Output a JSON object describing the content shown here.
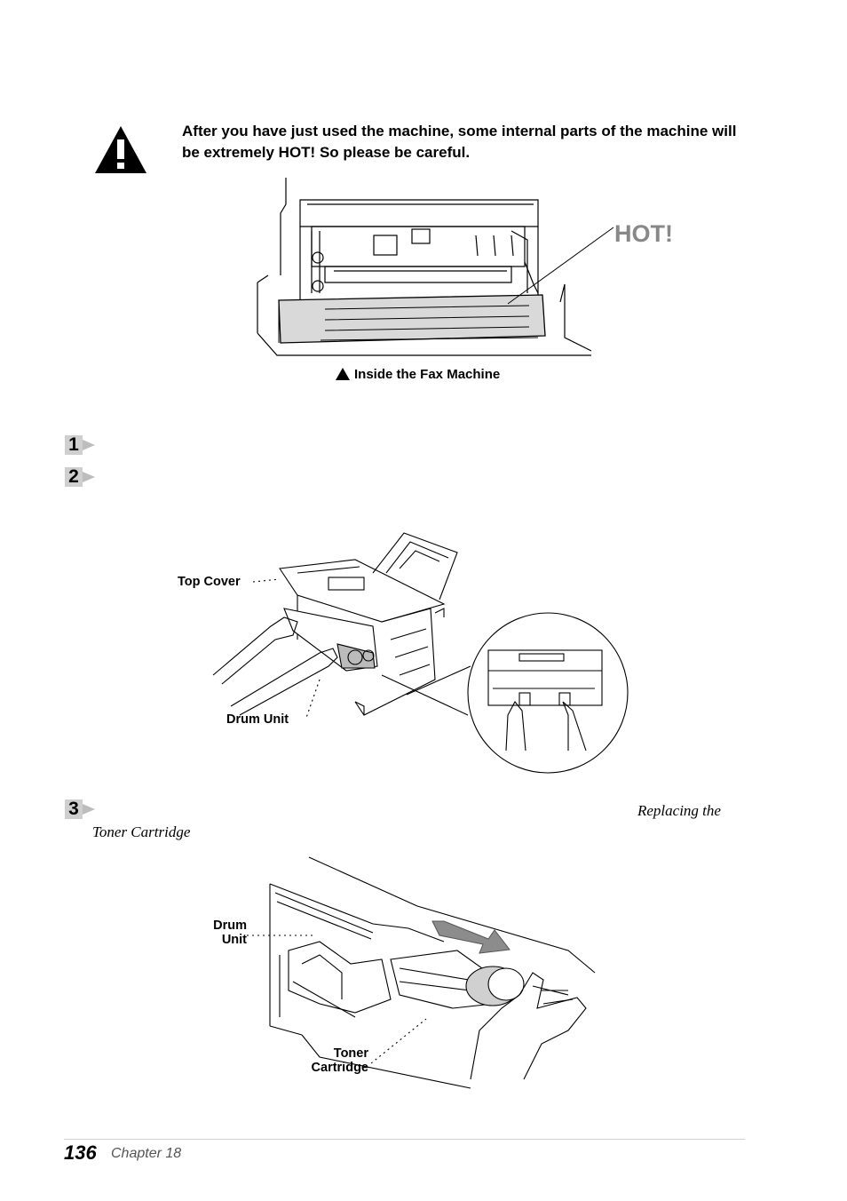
{
  "warning": {
    "text": "After you have just used the machine, some internal parts of the machine will be extremely HOT! So please be careful."
  },
  "figure1": {
    "hot_label": "HOT!",
    "caption": "Inside the Fax Machine"
  },
  "steps": [
    {
      "number": "1"
    },
    {
      "number": "2"
    },
    {
      "number": "3"
    }
  ],
  "figure2": {
    "top_cover_label": "Top Cover",
    "drum_unit_label": "Drum Unit"
  },
  "step3": {
    "ref_text_1": "Replacing the",
    "ref_text_2": "Toner Cartridge"
  },
  "figure3": {
    "drum_label_1": "Drum",
    "drum_label_2": "Unit",
    "toner_label_1": "Toner",
    "toner_label_2": "Cartridge"
  },
  "footer": {
    "page_number": "136",
    "chapter": "Chapter 18"
  }
}
